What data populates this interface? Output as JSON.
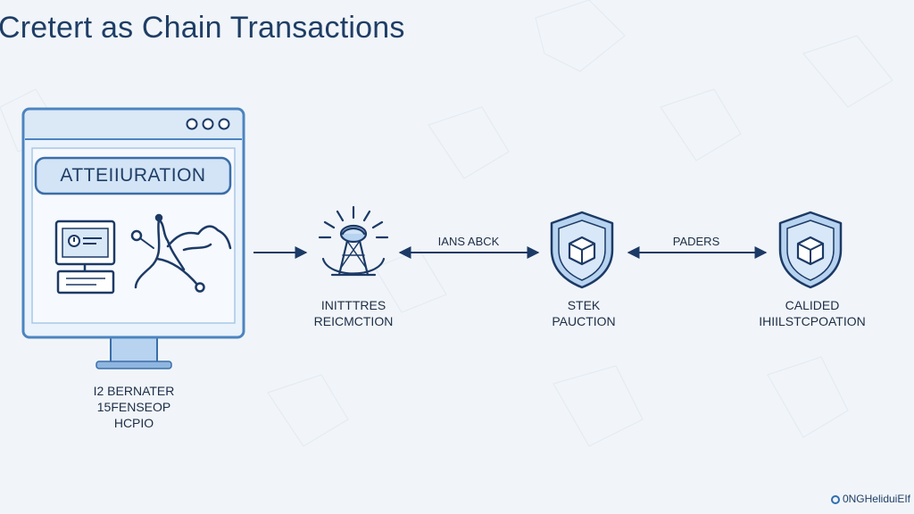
{
  "title": "Cretert as Chain Transactions",
  "computer": {
    "screen_title": "ATTEIIURATION",
    "caption": [
      "I2 BERNATER",
      "15FENSEOP",
      "HCPIO"
    ]
  },
  "nodes": [
    {
      "id": "node-1",
      "icon": "antenna-icon",
      "label": [
        "INITTTRES",
        "REICMCTION"
      ]
    },
    {
      "id": "node-2",
      "icon": "shield-cube-icon",
      "label": [
        "STEK",
        "PAUCTION"
      ]
    },
    {
      "id": "node-3",
      "icon": "shield-cube-icon",
      "label": [
        "CALIDED",
        "IHIILSTCPOATION"
      ]
    }
  ],
  "edges": [
    {
      "from": "computer",
      "to": "node-1",
      "label": "",
      "direction": "forward"
    },
    {
      "from": "node-1",
      "to": "node-2",
      "label": "IANS ABCK",
      "direction": "both"
    },
    {
      "from": "node-2",
      "to": "node-3",
      "label": "PADERS",
      "direction": "both"
    }
  ],
  "footer": "0NGHeliduiEIf",
  "colors": {
    "line": "#1c3a66",
    "fill_light": "#cfe2f6",
    "fill_mid": "#b7d3f0",
    "accent": "#2f6db4",
    "window_bg": "#eef5fc"
  }
}
